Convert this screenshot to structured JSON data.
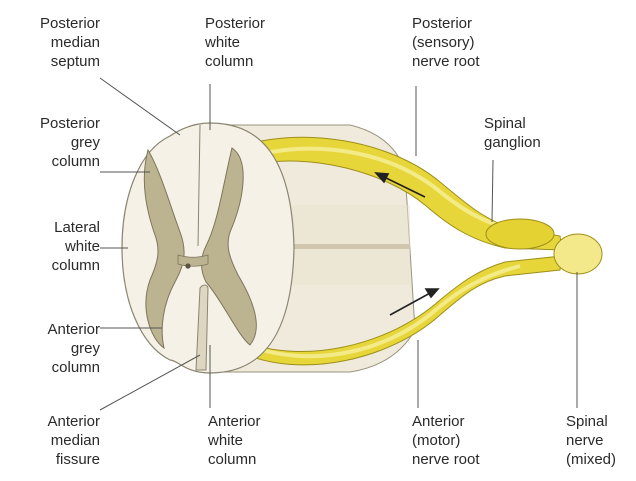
{
  "labels": {
    "posterior_median_septum": "Posterior\nmedian\nseptum",
    "posterior_white_column": "Posterior\nwhite\ncolumn",
    "posterior_nerve_root": "Posterior\n(sensory)\nnerve root",
    "posterior_grey_column": "Posterior\ngrey\ncolumn",
    "spinal_ganglion": "Spinal\nganglion",
    "lateral_white_column": "Lateral\nwhite\ncolumn",
    "anterior_grey_column": "Anterior\ngrey\ncolumn",
    "anterior_median_fissure": "Anterior\nmedian\nfissure",
    "anterior_white_column": "Anterior\nwhite\ncolumn",
    "anterior_nerve_root": "Anterior\n(motor)\nnerve root",
    "spinal_nerve": "Spinal\nnerve\n(mixed)"
  },
  "colors": {
    "nerve": "#e7d63a",
    "nerve_light": "#f4ec8a",
    "white_matter": "#f3efe4",
    "grey_matter": "#b9b08c",
    "outline": "#8a8470",
    "leader": "#555555"
  }
}
